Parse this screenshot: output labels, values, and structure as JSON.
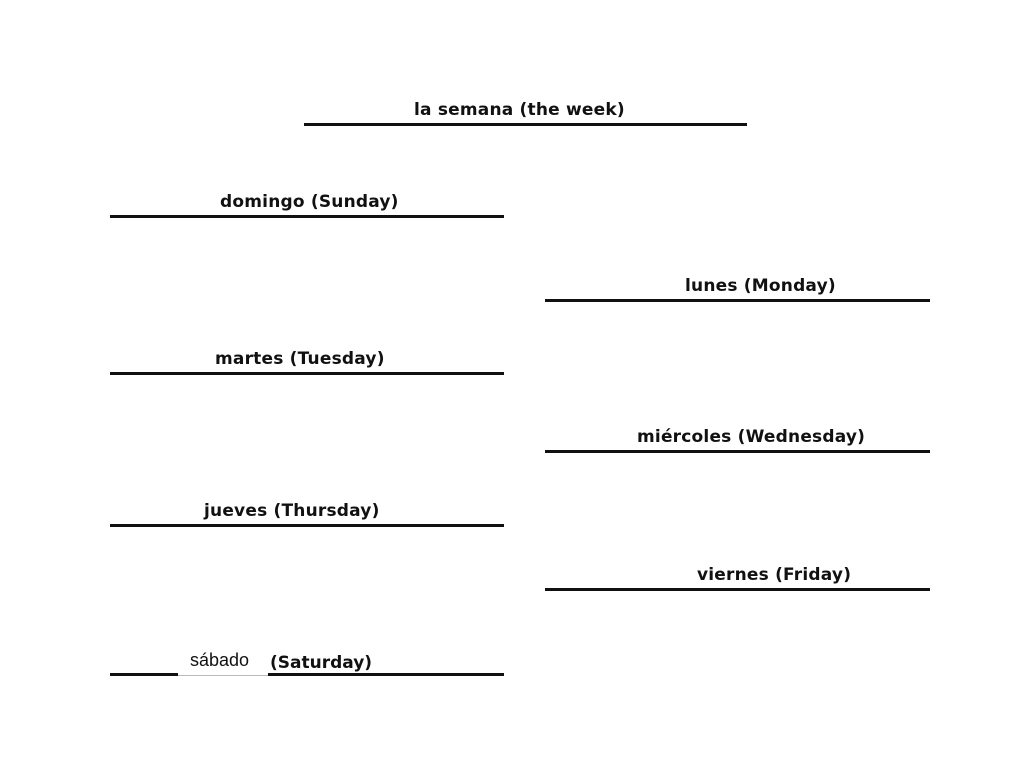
{
  "title": "la semana (the week)",
  "days": {
    "sunday": "domingo (Sunday)",
    "monday": "lunes (Monday)",
    "tuesday": "martes (Tuesday)",
    "wednesday": "miércoles (Wednesday)",
    "thursday": "jueves (Thursday)",
    "friday": "viernes (Friday)",
    "saturday_answer": "sábado",
    "saturday_english": "(Saturday)"
  },
  "colors": {
    "ink": "#111111",
    "background": "#ffffff"
  }
}
